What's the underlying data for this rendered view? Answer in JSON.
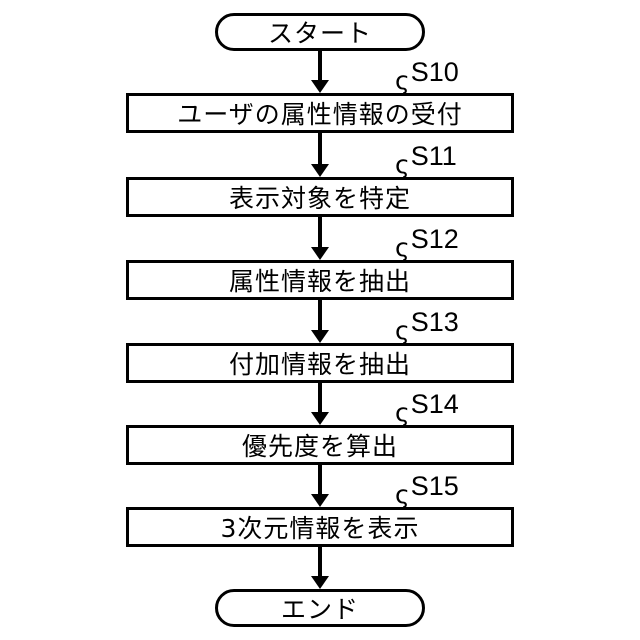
{
  "diagram": {
    "type": "flowchart",
    "background_color": "#ffffff",
    "line_color": "#000000",
    "squiggle_glyph": "ς",
    "start_label": "スタート",
    "end_label": "エンド",
    "steps": [
      {
        "id": "S10",
        "label": "ユーザの属性情報の受付"
      },
      {
        "id": "S11",
        "label": "表示対象を特定"
      },
      {
        "id": "S12",
        "label": "属性情報を抽出"
      },
      {
        "id": "S13",
        "label": "付加情報を抽出"
      },
      {
        "id": "S14",
        "label": "優先度を算出"
      },
      {
        "id": "S15",
        "label": "3次元情報を表示"
      }
    ],
    "flow": [
      "start",
      "S10",
      "S11",
      "S12",
      "S13",
      "S14",
      "S15",
      "end"
    ]
  }
}
